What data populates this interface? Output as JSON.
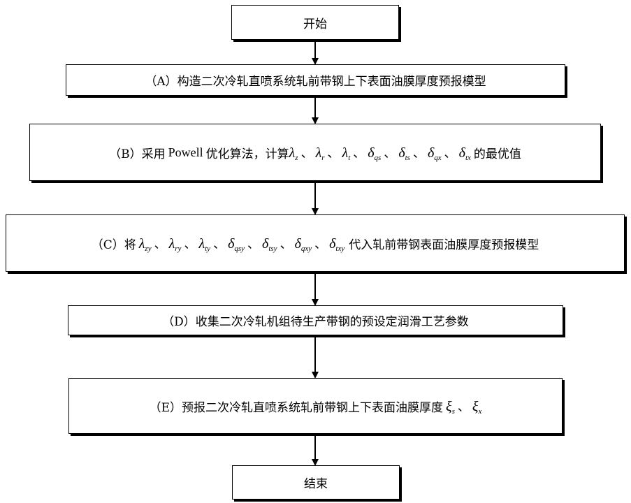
{
  "flowchart": {
    "start": "开始",
    "step_a": "（A）构造二次冷轧直喷系统轧前带钢上下表面油膜厚度预报模型",
    "step_b": {
      "prefix": "（B）采用",
      "method": "Powell",
      "text": "优化算法，计算",
      "vars": [
        {
          "base": "λ",
          "sub": "z"
        },
        {
          "base": "λ",
          "sub": "r"
        },
        {
          "base": "λ",
          "sub": "t"
        },
        {
          "base": "δ",
          "sub": "qs"
        },
        {
          "base": "δ",
          "sub": "ts"
        },
        {
          "base": "δ",
          "sub": "qx"
        },
        {
          "base": "δ",
          "sub": "tx"
        }
      ],
      "suffix": "的最优值"
    },
    "step_c": {
      "prefix": "（C）将",
      "vars": [
        {
          "base": "λ",
          "sub": "zy"
        },
        {
          "base": "λ",
          "sub": "ry"
        },
        {
          "base": "λ",
          "sub": "ty"
        },
        {
          "base": "δ",
          "sub": "qsy"
        },
        {
          "base": "δ",
          "sub": "tsy"
        },
        {
          "base": "δ",
          "sub": "qxy"
        },
        {
          "base": "δ",
          "sub": "txy"
        }
      ],
      "suffix": "代入轧前带钢表面油膜厚度预报模型"
    },
    "step_d": "（D）收集二次冷轧机组待生产带钢的预设定润滑工艺参数",
    "step_e": {
      "prefix": "（E）预报二次冷轧直喷系统轧前带钢上下表面油膜厚度",
      "vars": [
        {
          "base": "ξ",
          "sub": "s"
        },
        {
          "base": "ξ",
          "sub": "x"
        }
      ]
    },
    "end": "结束",
    "separator": "、"
  }
}
